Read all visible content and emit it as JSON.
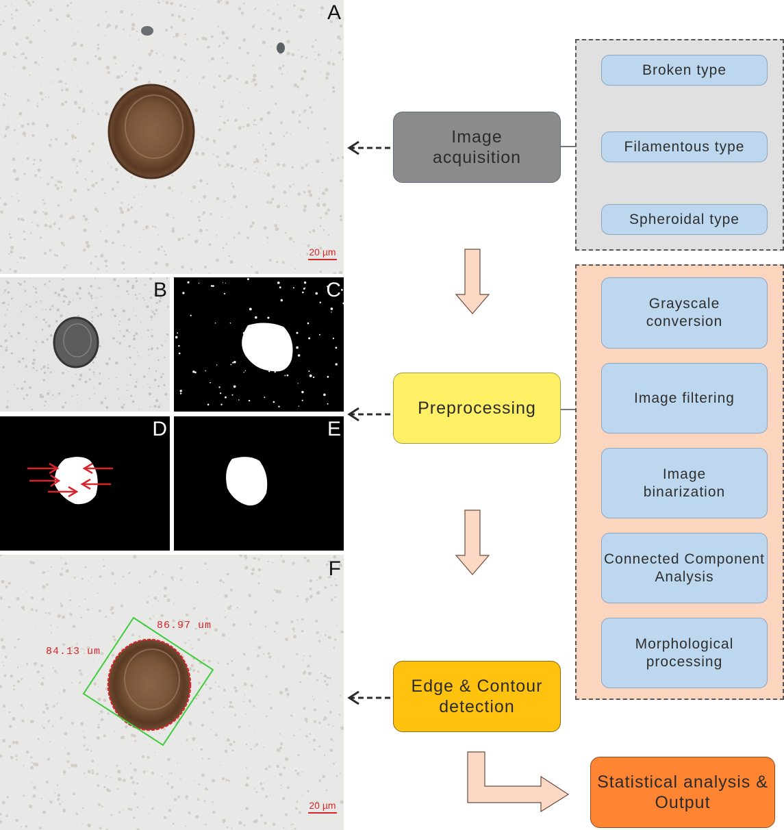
{
  "panels": {
    "A": {
      "label": "A",
      "scale_bar": "20 µm"
    },
    "B": {
      "label": "B"
    },
    "C": {
      "label": "C"
    },
    "D": {
      "label": "D"
    },
    "E": {
      "label": "E"
    },
    "F": {
      "label": "F",
      "scale_bar": "20 µm",
      "measure_width": "86.97 um",
      "measure_height": "84.13 um"
    }
  },
  "flow": {
    "acquisition": {
      "label": "Image acquisition",
      "color": "#8c8c8c"
    },
    "preprocessing": {
      "label": "Preprocessing",
      "color": "#fff066"
    },
    "edge": {
      "label": "Edge & Contour detection",
      "color": "#ffc20e"
    },
    "output": {
      "label": "Statistical analysis & Output",
      "color": "#ff8533"
    }
  },
  "types_group": {
    "items": [
      "Broken type",
      "Filamentous type",
      "Spheroidal type"
    ],
    "background": "#e0e0e0"
  },
  "preprocessing_group": {
    "items": [
      "Grayscale conversion",
      "Image filtering",
      "Image binarization",
      "Connected Component Analysis",
      "Morphological processing"
    ],
    "background": "#fcd5bf"
  },
  "colors": {
    "sub_box": "#bdd7ee",
    "arrow_fill": "#fcd9c4",
    "measure_red": "#d8252b",
    "bbox_green": "#3ccc3c"
  }
}
